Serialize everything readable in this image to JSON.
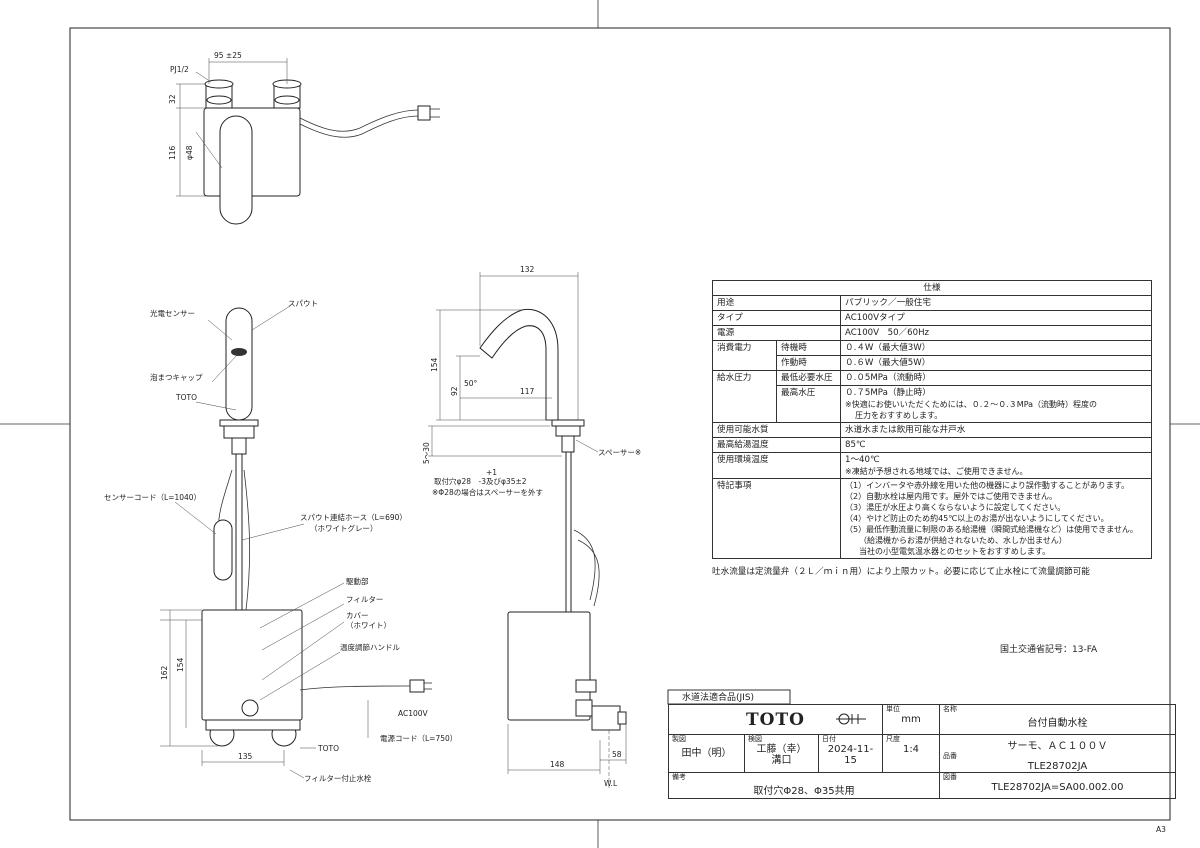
{
  "top_view": {
    "dim_width": "95 ±25",
    "thread": "PJ1/2",
    "dim_32": "32",
    "dim_116": "116",
    "dim_d48": "φ48"
  },
  "front_view": {
    "sensor": "光電センサー",
    "spout": "スパウト",
    "foam_cap": "泡まつキャップ",
    "toto_mark": "TOTO",
    "sensor_cord": "センサーコード（L=1040）",
    "hose": "スパウト連結ホース（L=690）",
    "hose_color": "（ホワイトグレー）",
    "drive": "駆動部",
    "filter": "フィルター",
    "cover": "カバー",
    "cover_color": "（ホワイト）",
    "temp_handle": "温度調節ハンドル",
    "ac": "AC100V",
    "toto2": "TOTO",
    "power_cord": "電源コード（L=750）",
    "filter_valve": "フィルター付止水栓",
    "dim_162": "162",
    "dim_154": "154",
    "dim_135": "135"
  },
  "side_view": {
    "dim_132": "132",
    "dim_154": "154",
    "dim_92": "92",
    "dim_117": "117",
    "dim_50": "50°",
    "dim_5_30": "5〜30",
    "spacer": "スペーサー※",
    "hole_plus": "+1",
    "hole": "取付穴φ28　-3及びφ35±2",
    "hole_note": "※Φ28の場合はスペーサーを外す",
    "dim_148": "148",
    "dim_58": "58",
    "wl": "W.L"
  },
  "spec": {
    "title": "仕様",
    "rows": [
      {
        "k": "用途",
        "v": "パブリック／一般住宅"
      },
      {
        "k": "タイプ",
        "v": "AC100Vタイプ"
      },
      {
        "k": "電源",
        "v": "AC100V　50／60Hz"
      }
    ],
    "power_label": "消費電力",
    "standby": "待機時",
    "standby_v": "０.４W（最大値3W）",
    "operate": "作動時",
    "operate_v": "０.６W（最大値5W）",
    "pressure_label": "給水圧力",
    "min_p": "最低必要水圧",
    "min_p_v": "０.０5MPa（流動時）",
    "max_p": "最高水圧",
    "max_p_v": "０.７5MPa（静止時）",
    "max_p_note1": "※快適にお使いいただくためには、０.２〜０.３MPa（流動時）程度の",
    "max_p_note2": "圧力をおすすめします。",
    "water": "使用可能水質",
    "water_v": "水道水または飲用可能な井戸水",
    "max_temp": "最高給湯温度",
    "max_temp_v": "85℃",
    "env_temp": "使用環境温度",
    "env_temp_v": "1〜40℃",
    "env_temp_note": "※凍結が予想される地域では、ご使用できません。",
    "notes_label": "特記事項",
    "notes": [
      "（1）インバータや赤外線を用いた他の機器により誤作動することがあります。",
      "（2）自動水栓は屋内用です。屋外ではご使用できません。",
      "（3）湯圧が水圧より高くならないように設定してください。",
      "（4）やけど防止のため約45℃以上のお湯が出ないようにしてください。",
      "（5）最低作動流量に制限のある給湯機（瞬間式給湯機など）は使用できません。",
      "（給湯機からお湯が供給されないため、水しか出ません）",
      "当社の小型電気温水器とのセットをおすすめします。"
    ],
    "flow": "吐水流量は定流量弁（２Ｌ／ｍｉｎ用）により上限カット。必要に応じて止水栓にて流量調節可能",
    "mlit": "国土交通省記号：13-FA"
  },
  "title_block": {
    "jis": "水道法適合品(JIS)",
    "brand": "TOTO",
    "unit_label": "単位",
    "unit": "mm",
    "name_label": "名称",
    "name": "台付自動水栓",
    "draw_label": "製図",
    "drawer": "田中（明）",
    "check_label": "検図",
    "checker1": "工藤（幸）",
    "checker2": "溝口",
    "date_label": "日付",
    "date": "2024-11-15",
    "scale_label": "尺度",
    "scale": "1:4",
    "subname": "サーモ、ＡＣ１００Ｖ",
    "part_label": "品番",
    "part": "TLE28702JA",
    "remark_label": "備考",
    "remark": "取付穴Φ28、Φ35共用",
    "drawing_label": "図番",
    "drawing_no": "TLE28702JA=SA00.002.00",
    "size": "A3"
  }
}
